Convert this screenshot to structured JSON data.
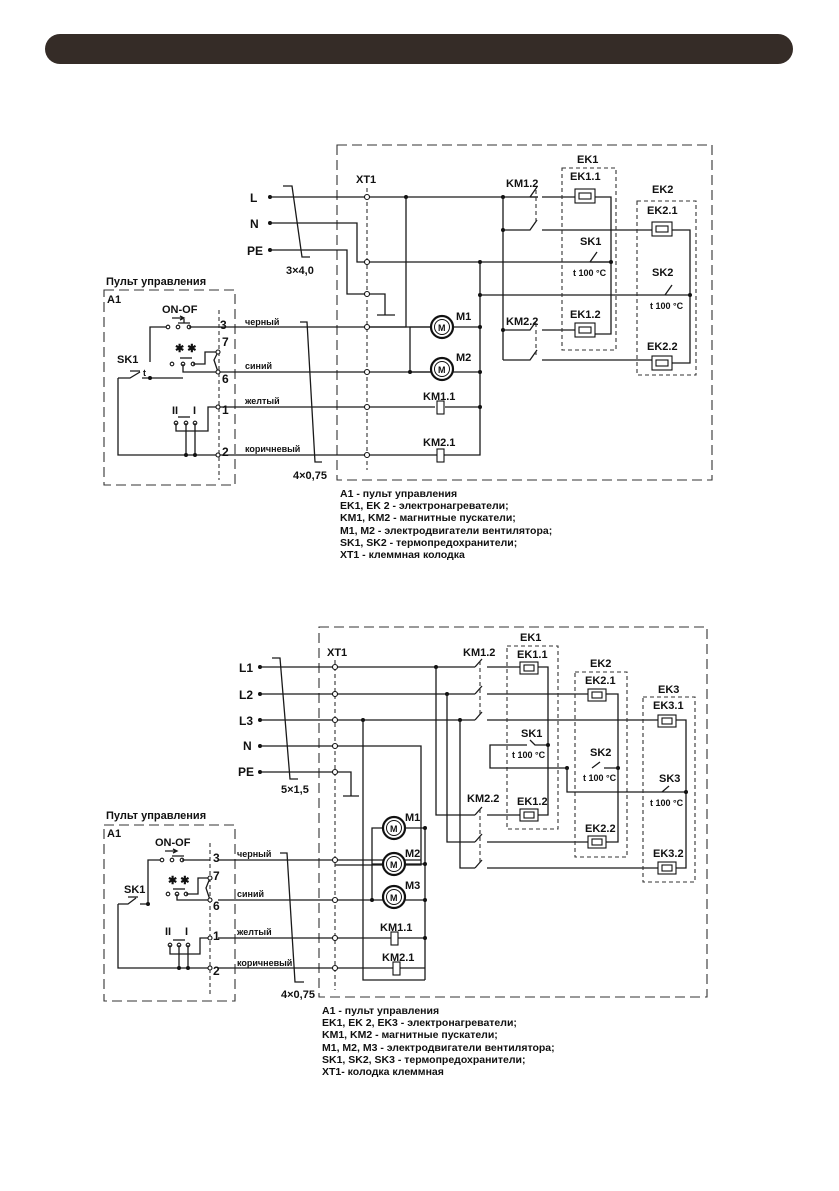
{
  "header": {
    "color": "#352c27"
  },
  "diagram1": {
    "supply": {
      "l": "L",
      "n": "N",
      "pe": "PE",
      "cable": "3×4,0"
    },
    "terminal_block": "XT1",
    "panel": {
      "title": "Пульт управления",
      "id": "A1",
      "on_off": "ON-OF",
      "sk": "SK1",
      "mode_left": "II",
      "mode_right": "I",
      "snow": "✱ ✱"
    },
    "pins": [
      "3",
      "7",
      "6",
      "1",
      "2"
    ],
    "wires": {
      "black": "черный",
      "blue": "синий",
      "yellow": "желтый",
      "brown": "коричневый"
    },
    "control_cable": "4×0,75",
    "motors": [
      "M1",
      "M2"
    ],
    "motor_glyph": "M",
    "coils": [
      "KM1.1",
      "KM2.1"
    ],
    "contacts": [
      "KM1.2",
      "KM2.2"
    ],
    "heaters": [
      {
        "group": "EK1",
        "elements": [
          "EK1.1",
          "EK1.2"
        ],
        "thermostat": "SK1",
        "temp": "t 100 °C"
      },
      {
        "group": "EK2",
        "elements": [
          "EK2.1",
          "EK2.2"
        ],
        "thermostat": "SK2",
        "temp": "t 100 °C"
      }
    ],
    "legend": [
      "A1 - пульт управления",
      "EK1, EK 2 - электронагреватели;",
      "KM1, KM2 - магнитные пускатели;",
      "M1, M2 - электродвигатели вентилятора;",
      "SK1, SK2 - термопредохранители;",
      "XT1 - клеммная колодка"
    ]
  },
  "diagram2": {
    "supply": {
      "l1": "L1",
      "l2": "L2",
      "l3": "L3",
      "n": "N",
      "pe": "PE",
      "cable": "5×1,5"
    },
    "terminal_block": "XT1",
    "panel": {
      "title": "Пульт управления",
      "id": "A1",
      "on_off": "ON-OF",
      "sk": "SK1",
      "mode_left": "II",
      "mode_right": "I",
      "snow": "✱ ✱"
    },
    "pins": [
      "3",
      "7",
      "6",
      "1",
      "2"
    ],
    "wires": {
      "black": "черный",
      "blue": "синий",
      "yellow": "желтый",
      "brown": "коричневый"
    },
    "control_cable": "4×0,75",
    "motors": [
      "M1",
      "M2",
      "M3"
    ],
    "motor_glyph": "M",
    "coils": [
      "KM1.1",
      "KM2.1"
    ],
    "contacts": [
      "KM1.2",
      "KM2.2"
    ],
    "heaters": [
      {
        "group": "EK1",
        "elements": [
          "EK1.1",
          "EK1.2"
        ],
        "thermostat": "SK1",
        "temp": "t 100 °C"
      },
      {
        "group": "EK2",
        "elements": [
          "EK2.1",
          "EK2.2"
        ],
        "thermostat": "SK2",
        "temp": "t 100 °C"
      },
      {
        "group": "EK3",
        "elements": [
          "EK3.1",
          "EK3.2"
        ],
        "thermostat": "SK3",
        "temp": "t 100 °C"
      }
    ],
    "legend": [
      "A1 - пульт управления",
      "EK1, EK 2, EK3 - электронагреватели;",
      "KM1, KM2 - магнитные пускатели;",
      "M1, M2, M3 - электродвигатели вентилятора;",
      "SK1, SK2, SK3 - термопредохранители;",
      "XT1- колодка клеммная"
    ]
  }
}
